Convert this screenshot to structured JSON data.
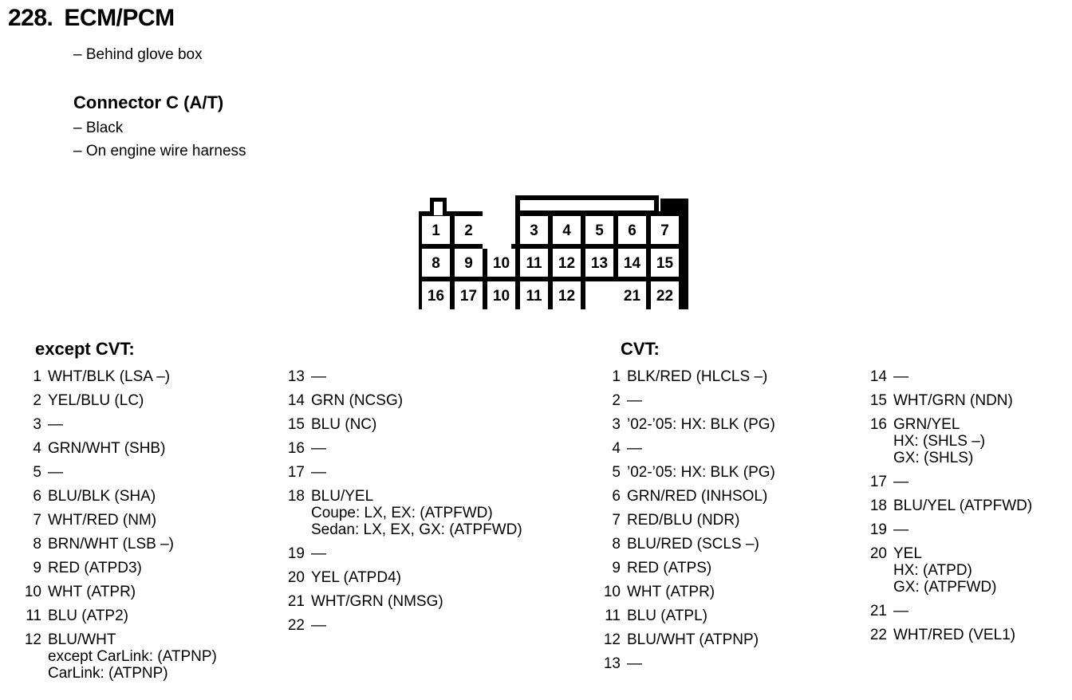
{
  "header": {
    "number": "228.",
    "title": "ECM/PCM",
    "location_note": "– Behind glove box",
    "connector_heading": "Connector C (A/T)",
    "color_note": "– Black",
    "harness_note": "– On engine wire harness"
  },
  "connector": {
    "name": "connector-c-pinout-diagram",
    "rows": [
      {
        "row": 1,
        "cells": [
          "1",
          "2",
          "",
          "3",
          "4",
          "5",
          "6",
          "7"
        ]
      },
      {
        "row": 2,
        "cells": [
          "8",
          "9",
          "10",
          "11",
          "12",
          "13",
          "14",
          "15"
        ]
      },
      {
        "row": 3,
        "cells": [
          "16",
          "17",
          "10",
          "11",
          "12",
          "",
          "21",
          "22"
        ]
      }
    ]
  },
  "lists": {
    "except_cvt": {
      "heading": "except CVT:",
      "pins": [
        {
          "num": "1",
          "value": "WHT/BLK (LSA –)",
          "subs": []
        },
        {
          "num": "2",
          "value": "YEL/BLU (LC)",
          "subs": []
        },
        {
          "num": "3",
          "value": "—",
          "subs": []
        },
        {
          "num": "4",
          "value": "GRN/WHT (SHB)",
          "subs": []
        },
        {
          "num": "5",
          "value": "—",
          "subs": []
        },
        {
          "num": "6",
          "value": "BLU/BLK (SHA)",
          "subs": []
        },
        {
          "num": "7",
          "value": "WHT/RED (NM)",
          "subs": []
        },
        {
          "num": "8",
          "value": "BRN/WHT (LSB –)",
          "subs": []
        },
        {
          "num": "9",
          "value": "RED (ATPD3)",
          "subs": []
        },
        {
          "num": "10",
          "value": "WHT (ATPR)",
          "subs": []
        },
        {
          "num": "11",
          "value": "BLU (ATP2)",
          "subs": []
        },
        {
          "num": "12",
          "value": "BLU/WHT",
          "subs": [
            "except CarLink: (ATPNP)",
            "CarLink: (ATPNP)"
          ]
        },
        {
          "num": "13",
          "value": "—",
          "subs": []
        },
        {
          "num": "14",
          "value": "GRN (NCSG)",
          "subs": []
        },
        {
          "num": "15",
          "value": "BLU (NC)",
          "subs": []
        },
        {
          "num": "16",
          "value": "—",
          "subs": []
        },
        {
          "num": "17",
          "value": "—",
          "subs": []
        },
        {
          "num": "18",
          "value": "BLU/YEL",
          "subs": [
            "Coupe: LX, EX: (ATPFWD)",
            "Sedan: LX, EX, GX: (ATPFWD)"
          ]
        },
        {
          "num": "19",
          "value": "—",
          "subs": []
        },
        {
          "num": "20",
          "value": "YEL (ATPD4)",
          "subs": []
        },
        {
          "num": "21",
          "value": "WHT/GRN (NMSG)",
          "subs": []
        },
        {
          "num": "22",
          "value": "—",
          "subs": []
        }
      ]
    },
    "cvt": {
      "heading": "CVT:",
      "pins": [
        {
          "num": "1",
          "value": "BLK/RED (HLCLS –)",
          "subs": []
        },
        {
          "num": "2",
          "value": "—",
          "subs": []
        },
        {
          "num": "3",
          "value": "’02-’05: HX: BLK (PG)",
          "subs": []
        },
        {
          "num": "4",
          "value": "—",
          "subs": []
        },
        {
          "num": "5",
          "value": "’02-’05: HX: BLK (PG)",
          "subs": []
        },
        {
          "num": "6",
          "value": "GRN/RED (INHSOL)",
          "subs": []
        },
        {
          "num": "7",
          "value": "RED/BLU (NDR)",
          "subs": []
        },
        {
          "num": "8",
          "value": "BLU/RED (SCLS –)",
          "subs": []
        },
        {
          "num": "9",
          "value": "RED (ATPS)",
          "subs": []
        },
        {
          "num": "10",
          "value": "WHT (ATPR)",
          "subs": []
        },
        {
          "num": "11",
          "value": "BLU (ATPL)",
          "subs": []
        },
        {
          "num": "12",
          "value": "BLU/WHT (ATPNP)",
          "subs": []
        },
        {
          "num": "13",
          "value": "—",
          "subs": []
        },
        {
          "num": "14",
          "value": "—",
          "subs": []
        },
        {
          "num": "15",
          "value": "WHT/GRN (NDN)",
          "subs": []
        },
        {
          "num": "16",
          "value": "GRN/YEL",
          "subs": [
            "HX: (SHLS –)",
            "GX: (SHLS)"
          ]
        },
        {
          "num": "17",
          "value": "—",
          "subs": []
        },
        {
          "num": "18",
          "value": "BLU/YEL (ATPFWD)",
          "subs": []
        },
        {
          "num": "19",
          "value": "—",
          "subs": []
        },
        {
          "num": "20",
          "value": "YEL",
          "subs": [
            "HX: (ATPD)",
            "GX: (ATPFWD)"
          ]
        },
        {
          "num": "21",
          "value": "—",
          "subs": []
        },
        {
          "num": "22",
          "value": "WHT/RED (VEL1)",
          "subs": []
        }
      ]
    }
  },
  "colors": {
    "ink": "#000000",
    "paper": "#ffffff"
  }
}
